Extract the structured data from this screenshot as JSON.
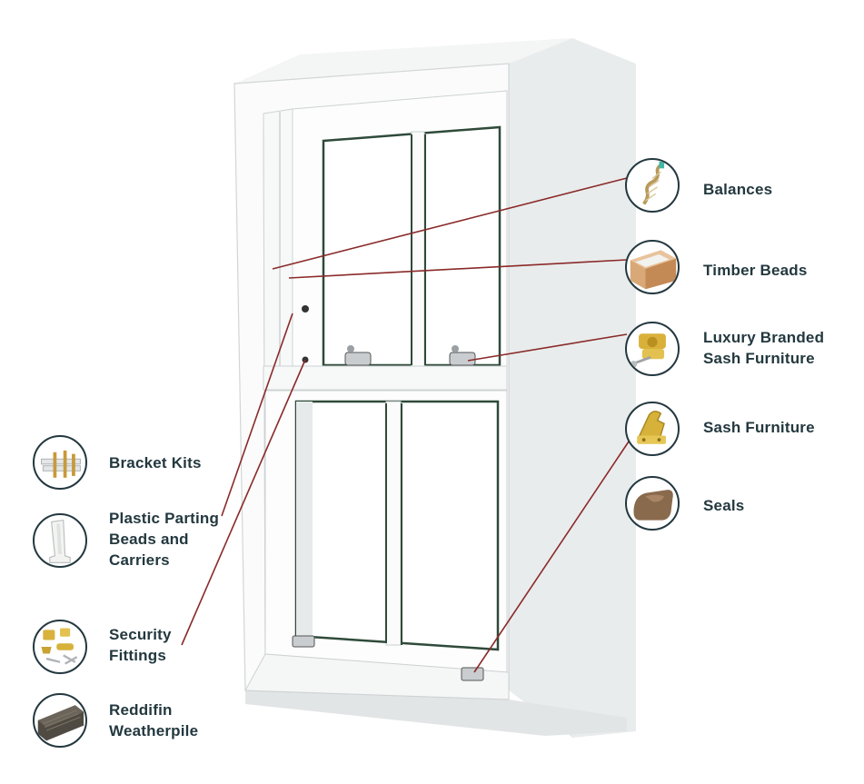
{
  "colors": {
    "label_text": "#23383f",
    "leader_line": "#8a2a2a",
    "thumb_border": "#23383f",
    "frame_white": "#fbfbfb",
    "frame_shadow": "#d7dbdc",
    "glass": "#ffffff",
    "glazing_bar": "#2f4a3a"
  },
  "components": [
    {
      "id": "balances",
      "label": "Balances",
      "icon": "spiral-balance-icon"
    },
    {
      "id": "timber-beads",
      "label": "Timber Beads",
      "icon": "timber-bead-icon"
    },
    {
      "id": "luxury-branded-sash-furniture",
      "label": "Luxury Branded\nSash Furniture",
      "icon": "brass-fastener-key-icon"
    },
    {
      "id": "sash-furniture",
      "label": "Sash Furniture",
      "icon": "brass-sash-lift-icon"
    },
    {
      "id": "seals",
      "label": "Seals",
      "icon": "brown-seal-profile-icon"
    },
    {
      "id": "bracket-kits",
      "label": "Bracket Kits",
      "icon": "bracket-kit-icon"
    },
    {
      "id": "plastic-parting-beads",
      "label": "Plastic Parting\nBeads and\nCarriers",
      "icon": "parting-bead-icon"
    },
    {
      "id": "security-fittings",
      "label": "Security\nFittings",
      "icon": "security-fittings-icon"
    },
    {
      "id": "reddifin-weatherpile",
      "label": "Reddifin\nWeatherpile",
      "icon": "weatherpile-brush-icon"
    }
  ]
}
